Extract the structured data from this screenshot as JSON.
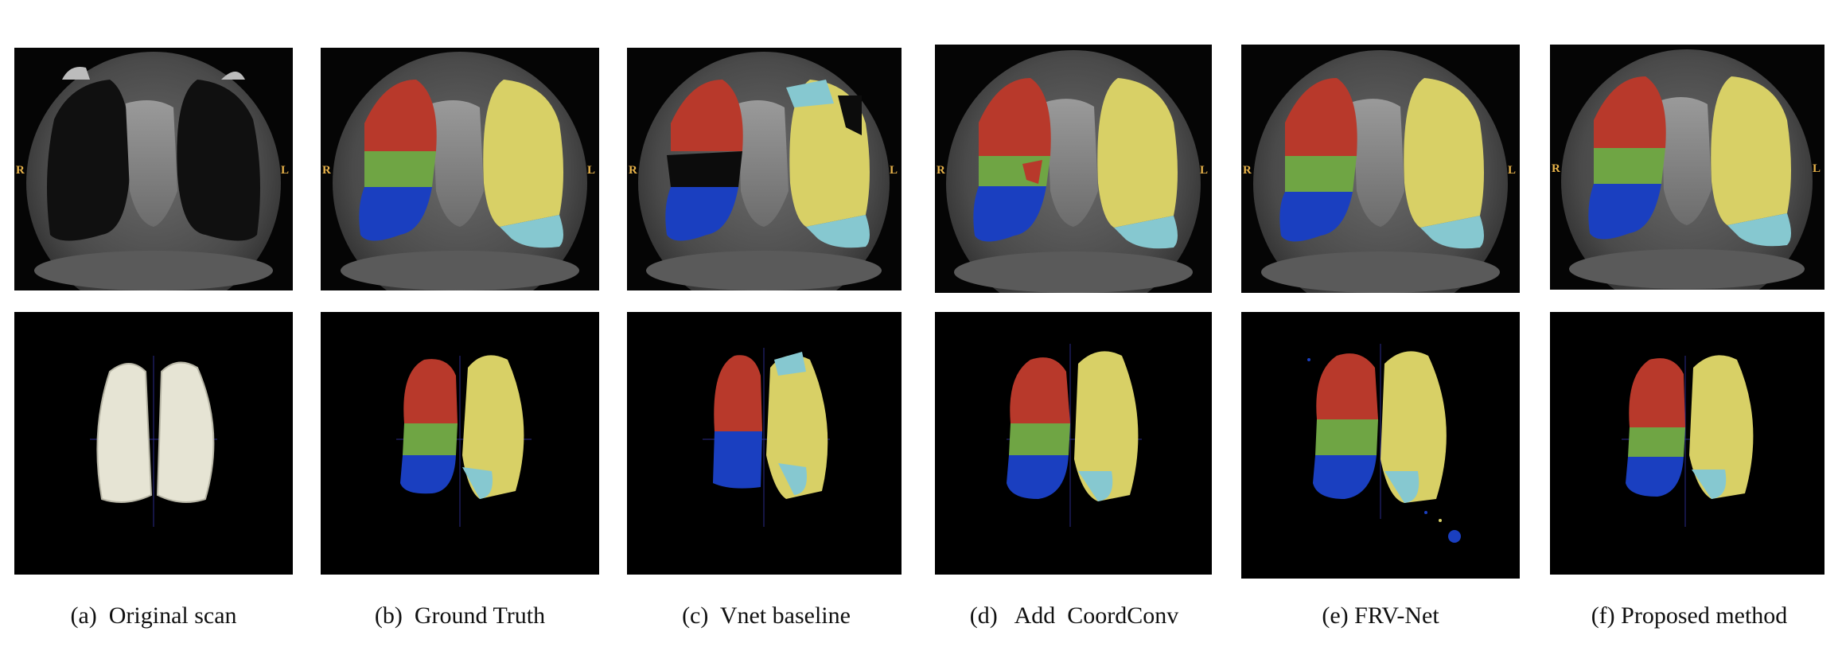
{
  "figure": {
    "side_labels": {
      "right": "R",
      "left": "L"
    },
    "colors": {
      "upper_right_lobe": "#b8392b",
      "middle_right_lobe": "#6fa544",
      "lower_right_lobe": "#1a3fc0",
      "upper_left_lobe": "#d8d066",
      "lower_left_lobe": "#86c8d0",
      "orientation_label": "#e8b34a",
      "untinted_lung": "#e6e4d4"
    },
    "columns": [
      {
        "id": "a",
        "caption": "(a)  Original scan",
        "segmented": false
      },
      {
        "id": "b",
        "caption": "(b)  Ground Truth",
        "segmented": true
      },
      {
        "id": "c",
        "caption": "(c)  Vnet baseline",
        "segmented": true
      },
      {
        "id": "d",
        "caption": "(d)   Add  CoordConv",
        "segmented": true
      },
      {
        "id": "e",
        "caption": "(e) FRV-Net",
        "segmented": true
      },
      {
        "id": "f",
        "caption": "(f) Proposed method",
        "segmented": true
      }
    ]
  }
}
